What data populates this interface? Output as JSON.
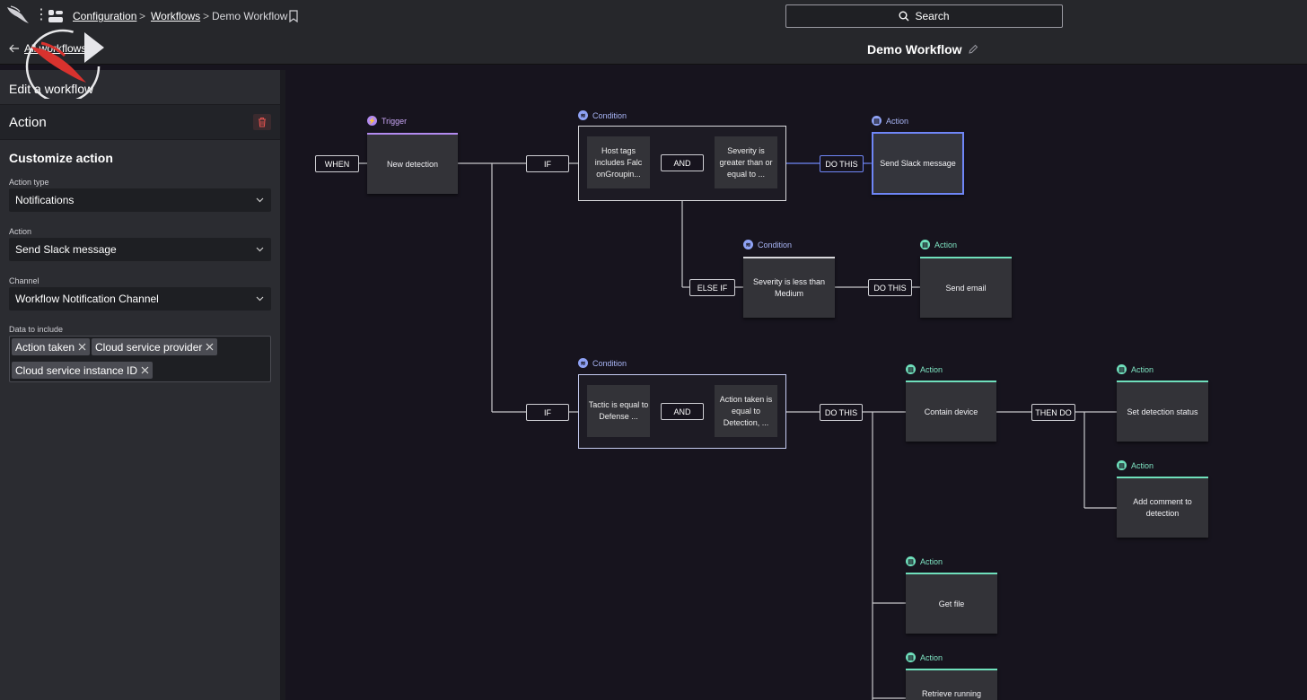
{
  "header": {
    "breadcrumb_configuration": "Configuration",
    "breadcrumb_workflows": "Workflows",
    "breadcrumb_current": "Demo Workflow",
    "search_label": "Search",
    "back_label": "All workflows",
    "workflow_title": "Demo Workflow"
  },
  "panel": {
    "edit_heading": "Edit a workflow",
    "section_title": "Action",
    "customize_heading": "Customize action",
    "action_type_label": "Action type",
    "action_type_value": "Notifications",
    "action_label": "Action",
    "action_value": "Send Slack message",
    "channel_label": "Channel",
    "channel_value": "Workflow Notification Channel",
    "data_label": "Data to include",
    "chips": [
      "Action taken",
      "Cloud service provider",
      "Cloud service instance ID"
    ]
  },
  "canvas": {
    "trigger_head": "Trigger",
    "trigger_node": "New detection",
    "when_pill": "WHEN",
    "if_pill_1": "IF",
    "if_pill_2": "IF",
    "and_pill_1": "AND",
    "and_pill_2": "AND",
    "else_if_pill": "ELSE IF",
    "do_this_1": "DO THIS",
    "do_this_2": "DO THIS",
    "do_this_3": "DO THIS",
    "then_do": "THEN DO",
    "condition_head_1": "Condition",
    "condition_head_2": "Condition",
    "condition_head_3": "Condition",
    "cond1_a": "Host tags includes Falc onGroupin...",
    "cond1_b": "Severity is greater than or equal to ...",
    "cond2": "Severity is less than Medium",
    "cond3_a": "Tactic is equal to Defense ...",
    "cond3_b": "Action taken is equal to Detection, ...",
    "action_head": "Action",
    "action_slack": "Send Slack message",
    "action_email": "Send email",
    "action_contain": "Contain device",
    "action_status": "Set detection status",
    "action_comment": "Add comment to detection",
    "action_getfile": "Get file",
    "action_retrieve": "Retrieve running"
  },
  "colors": {
    "trigger": "#b38bf0",
    "condition": "#8fa2f5",
    "action": "#6fe0bc",
    "selected": "#6f86f7"
  }
}
